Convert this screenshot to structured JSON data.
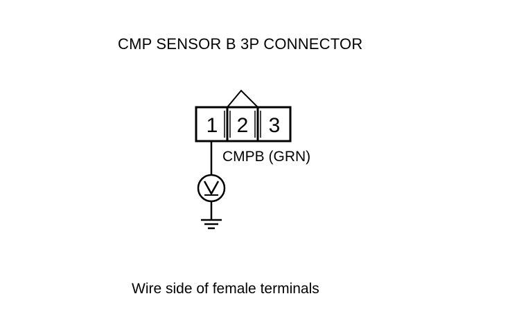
{
  "title": "CMP SENSOR B 3P CONNECTOR",
  "connector": {
    "pins": [
      "1",
      "2",
      "3"
    ]
  },
  "wire": {
    "label": "CMPB (GRN)"
  },
  "caption": "Wire side of female terminals",
  "symbols": {
    "meter": "voltmeter-icon",
    "ground": "ground-icon",
    "key": "connector-key-icon"
  }
}
